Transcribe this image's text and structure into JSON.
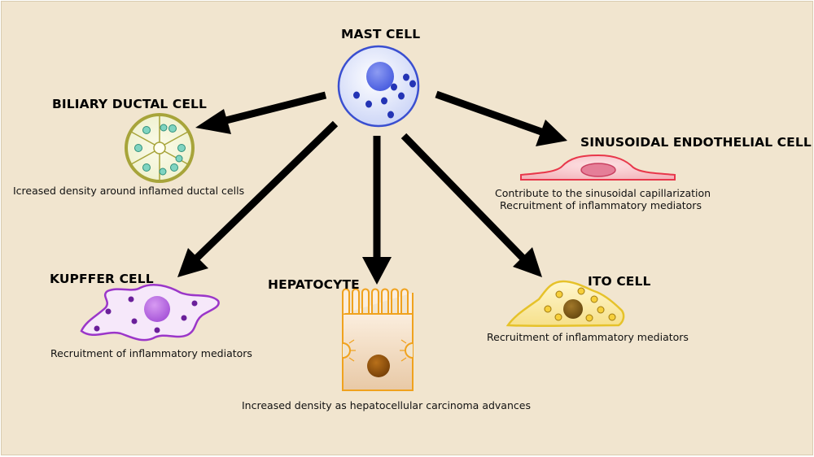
{
  "mast_cell": {
    "title": "MAST CELL"
  },
  "biliary": {
    "title": "BILIARY DUCTAL CELL",
    "caption": "Icreased density around inflamed ductal cells"
  },
  "sinusoidal": {
    "title": "SINUSOIDAL ENDOTHELIAL CELL",
    "caption_lines": [
      "Contribute to the sinusoidal capillarization",
      "Recruitment of inflammatory mediators"
    ]
  },
  "kupffer": {
    "title": "KUPFFER CELL",
    "caption": "Recruitment of inflammatory mediators"
  },
  "hepatocyte": {
    "title": "HEPATOCYTE",
    "caption": "Increased density as hepatocellular carcinoma advances"
  },
  "ito": {
    "title": "ITO CELL",
    "caption": "Recruitment of inflammatory mediators"
  },
  "colors": {
    "background": "#f1e5cf",
    "mast_cell": "#3a4fd0",
    "biliary": "#a7a43a",
    "sinusoidal": "#e8374a",
    "kupffer": "#9b36c9",
    "hepatocyte": "#f0a21e",
    "ito": "#e6c22a",
    "arrow": "#000000"
  }
}
